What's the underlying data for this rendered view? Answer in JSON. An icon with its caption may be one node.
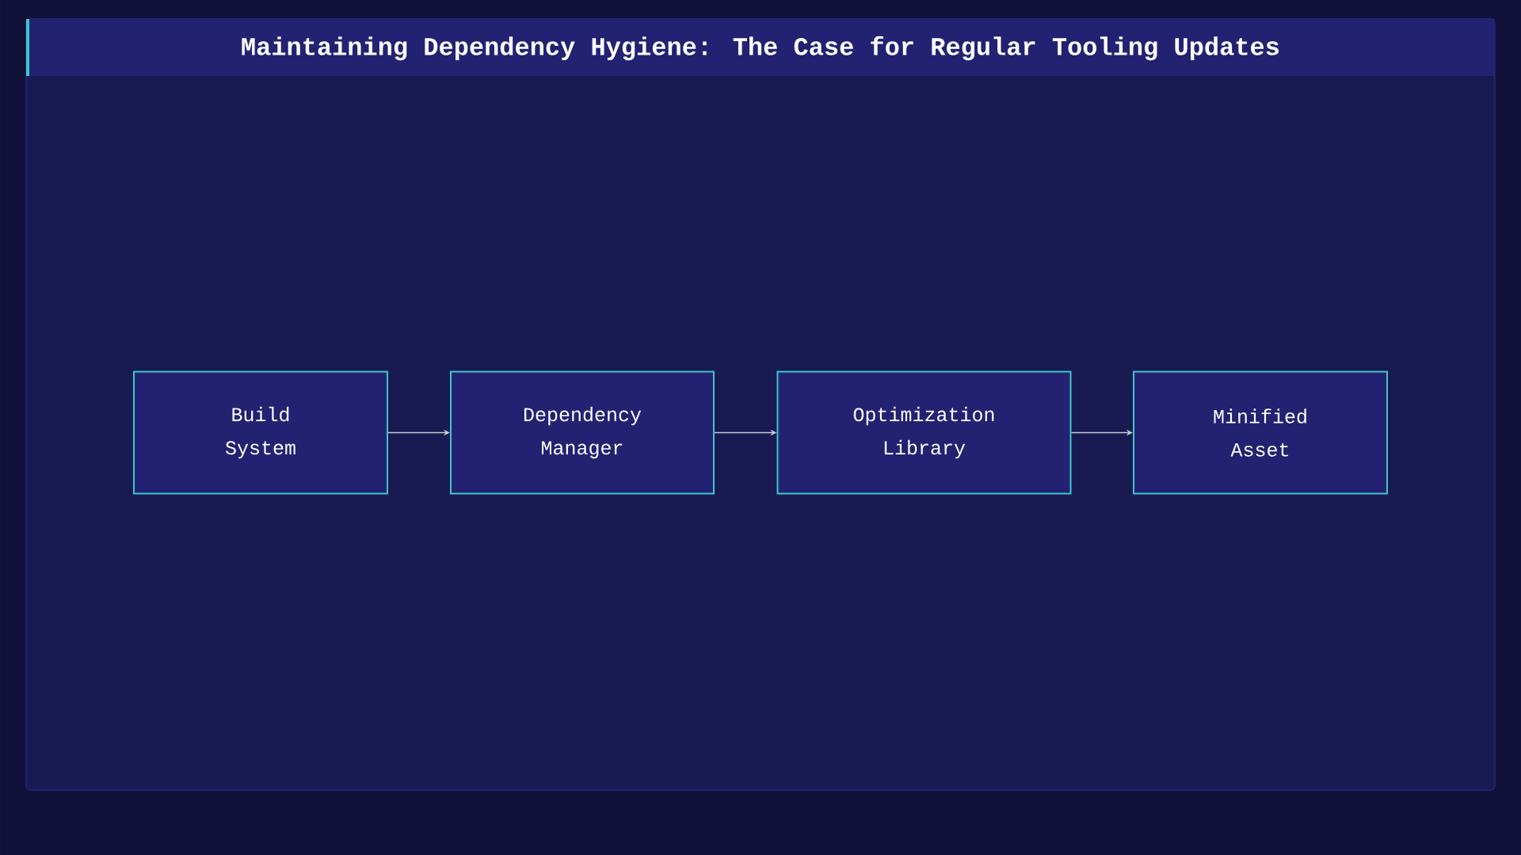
{
  "diagram": {
    "title": "Maintaining Dependency Hygiene: The Case for Regular Tooling Updates",
    "nodes": [
      {
        "text": [
          "Build System"
        ]
      },
      {
        "text": [
          "Dependency Manager"
        ]
      },
      {
        "text": [
          "Optimization Library"
        ]
      },
      {
        "text": [
          "Minified Asset"
        ]
      }
    ],
    "edges": [
      {
        "from": 0,
        "to": 1,
        "arrow": "to"
      },
      {
        "from": 1,
        "to": 2,
        "arrow": "to"
      },
      {
        "from": 2,
        "to": 3,
        "arrow": "to"
      }
    ]
  }
}
